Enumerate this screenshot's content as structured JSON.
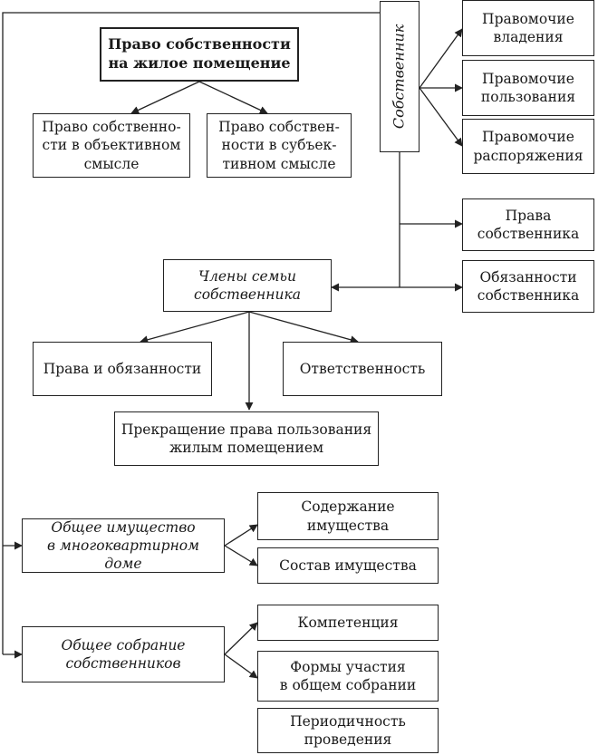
{
  "diagram": {
    "root": "Право собственности\nна жилое помещение",
    "objective": "Право собственно-\nсти в объективном\nсмысле",
    "subjective": "Право собствен-\nности в субъек-\nтивном смысле",
    "owner": "Собственник",
    "possession": "Правомочие\nвладения",
    "use": "Правомочие\nпользования",
    "disposal": "Правомочие\nраспоряжения",
    "owner_rights": "Права\nсобственника",
    "owner_duties": "Обязанности\nсобственника",
    "family": "Члены семьи\nсобственника",
    "rights_duties": "Права и обязанности",
    "liability": "Ответственность",
    "termination": "Прекращение права пользования\nжилым помещением",
    "common_property": "Общее имущество\nв многоквартирном доме",
    "maintenance": "Содержание\nимущества",
    "composition": "Состав имущества",
    "general_meeting": "Общее собрание\nсобственников",
    "competence": "Компетенция",
    "participation_forms": "Формы участия\nв общем собрании",
    "periodicity": "Периодичность\nпроведения"
  }
}
